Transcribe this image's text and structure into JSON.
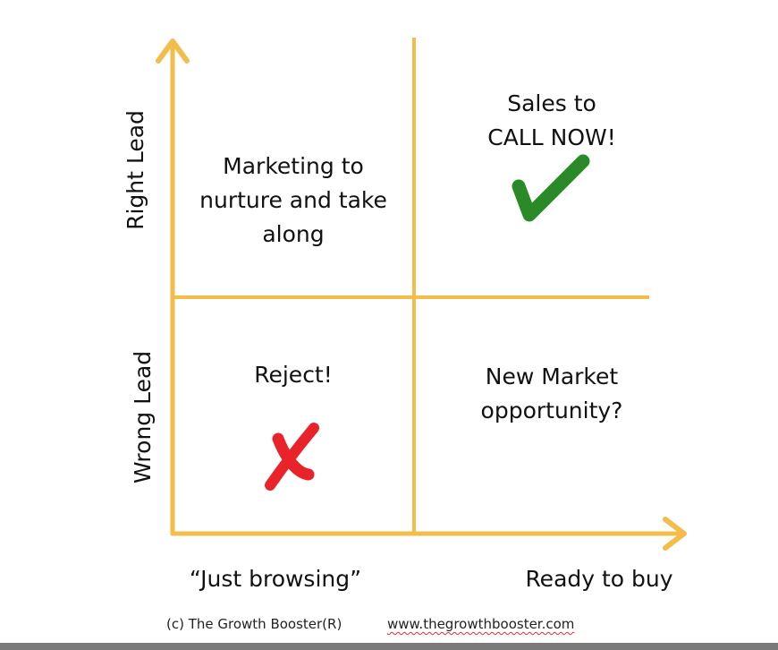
{
  "colors": {
    "axis": "#f2bd4b",
    "check": "#2a8a28",
    "cross": "#e8242a",
    "text": "#111111"
  },
  "axes": {
    "y_top_label": "Right Lead",
    "y_bottom_label": "Wrong Lead",
    "x_left_label": "“Just browsing”",
    "x_right_label": "Ready to buy"
  },
  "quadrants": {
    "top_left": {
      "lines": [
        "Marketing to",
        "nurture and take",
        "along"
      ]
    },
    "top_right": {
      "lines": [
        "Sales to",
        "CALL NOW!"
      ],
      "icon": "checkmark-icon"
    },
    "bottom_left": {
      "lines": [
        "Reject!"
      ],
      "icon": "cross-icon"
    },
    "bottom_right": {
      "lines": [
        "New Market",
        "opportunity?"
      ]
    }
  },
  "footer": {
    "copyright": "(c) The Growth Booster(R)",
    "url": "www.thegrowthbooster.com"
  }
}
